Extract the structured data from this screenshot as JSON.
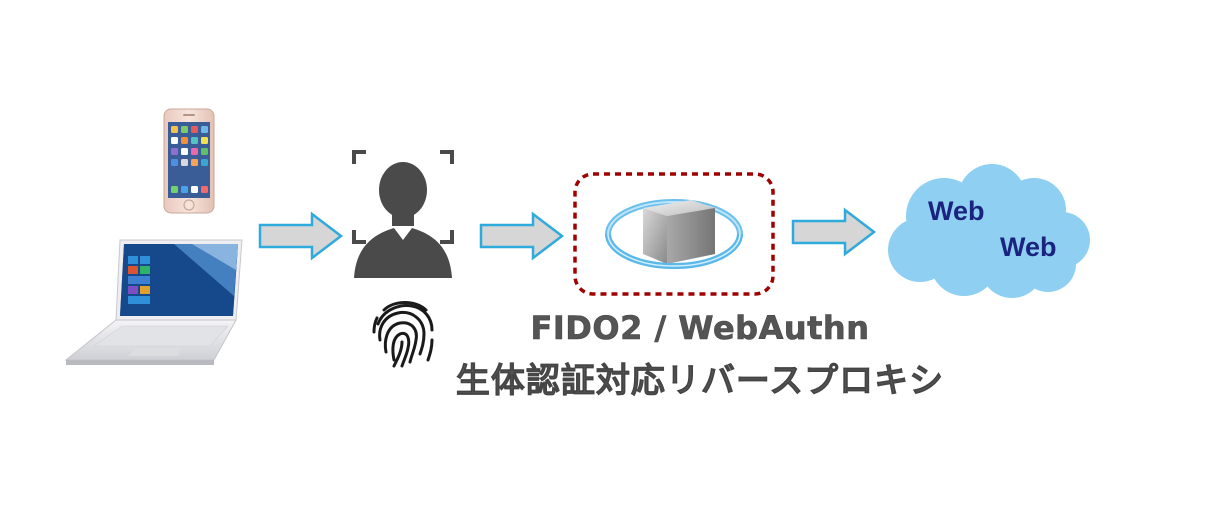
{
  "caption": {
    "line1": "FIDO2 / WebAuthn",
    "line2": "生体認証対応リバースプロキシ"
  },
  "cloud": {
    "word1": "Web",
    "word2": "Web",
    "fill_color": "#8fd0f2",
    "text_color": "#1a237e"
  },
  "colors": {
    "arrow_fill": "#d6d6d6",
    "arrow_stroke": "#2eaadc",
    "dashed_box": "#a00000",
    "person": "#4a4a4a",
    "ring": "#5bb8ea"
  },
  "icons": [
    "smartphone-icon",
    "laptop-icon",
    "face-scan-icon",
    "fingerprint-icon",
    "server-cube-icon",
    "cloud-icon"
  ]
}
